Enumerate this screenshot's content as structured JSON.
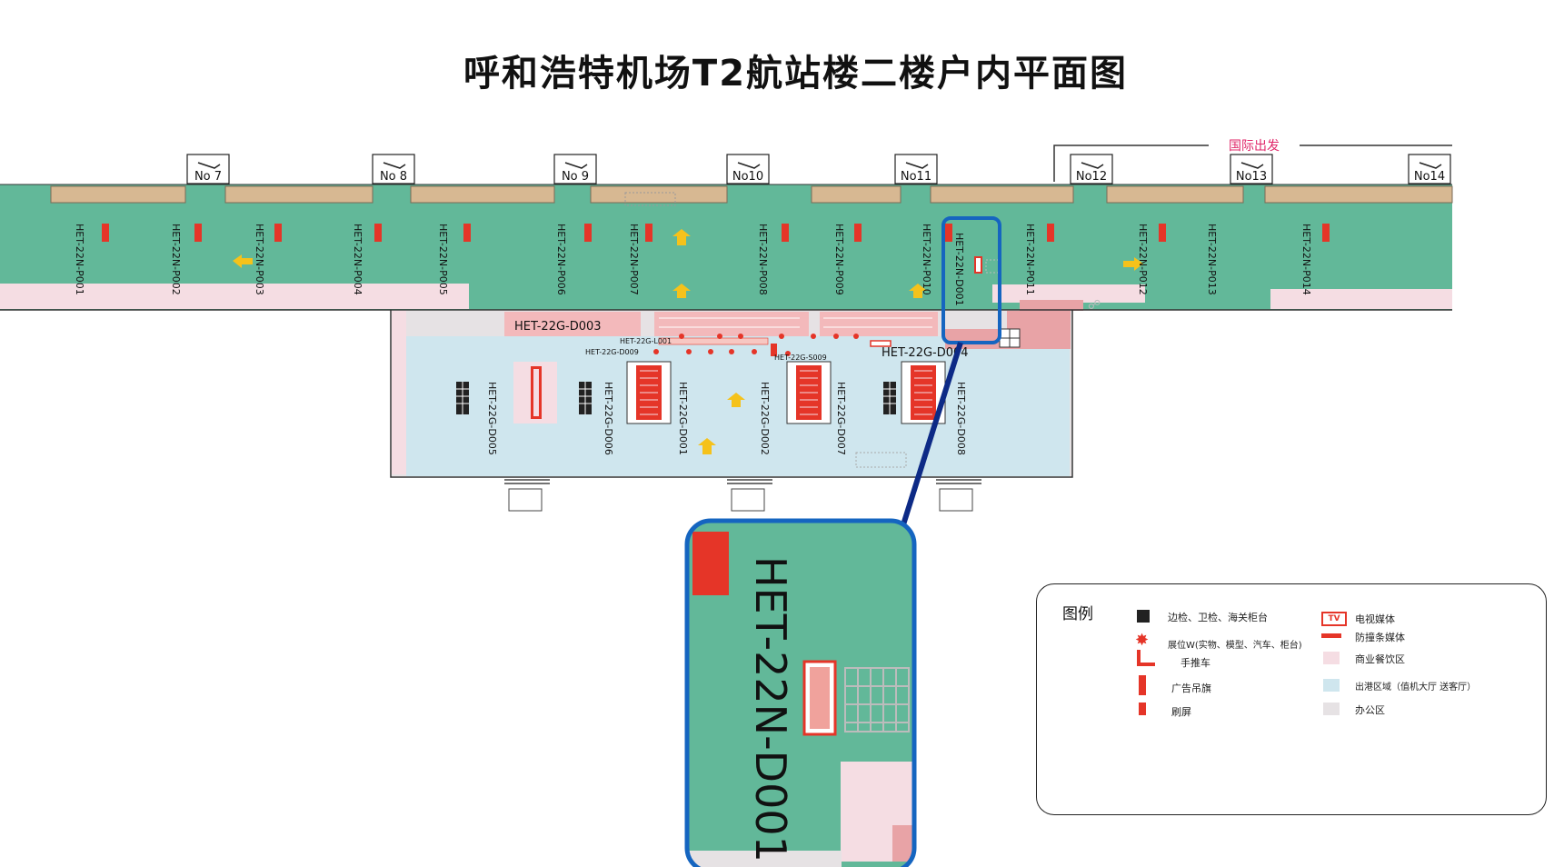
{
  "title": "呼和浩特机场T2航站楼二楼户内平面图",
  "international_departure": "国际出发",
  "gates": [
    "No 7",
    "No 8",
    "No 9",
    "No10",
    "No11",
    "No12",
    "No13",
    "No14"
  ],
  "piers": [
    "HET-22N-P001",
    "HET-22N-P002",
    "HET-22N-P003",
    "HET-22N-P004",
    "HET-22N-P005",
    "HET-22N-P006",
    "HET-22N-P007",
    "HET-22N-P008",
    "HET-22N-P009",
    "HET-22N-P010",
    "HET-22N-P011",
    "HET-22N-P012",
    "HET-22N-P013",
    "HET-22N-P014"
  ],
  "highlight_code": "HET-22N-D001",
  "hall_labels": {
    "d003": "HET-22G-D003",
    "d004": "HET-22G-D004",
    "l001": "HET-22G-L001",
    "d009": "HET-22G-D009",
    "s009": "HET-22G-S009",
    "d005": "HET-22G-D005",
    "d006": "HET-22G-D006",
    "d001": "HET-22G-D001",
    "d002": "HET-22G-D002",
    "d007": "HET-22G-D007",
    "d008": "HET-22G-D008"
  },
  "legend": {
    "title": "图例",
    "items_left": [
      "边检、卫检、海关柜台",
      "展位W(实物、模型、汽车、柜台)",
      "手推车",
      "广告吊旗",
      "刷屏"
    ],
    "items_right": [
      "电视媒体",
      "防撞条媒体",
      "商业餐饮区",
      "出港区域（值机大厅 送客厅）",
      "办公区"
    ],
    "tv_label": "TV"
  },
  "colors": {
    "green_zone": "#62b899",
    "pink_zone": "#f5dde3",
    "blue_zone": "#cfe6ee",
    "office_zone": "#e6e2e4",
    "ad_red": "#e53528",
    "highlight_blue": "#1565c0",
    "connector_navy": "#0d2a86"
  }
}
